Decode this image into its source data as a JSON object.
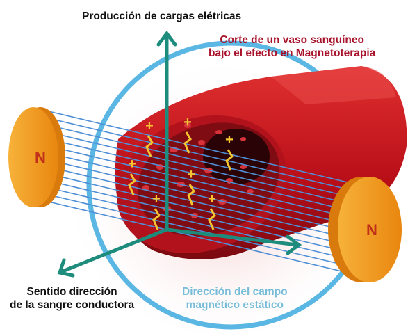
{
  "labels": {
    "charge_axis": "Producción de cargas elétricas",
    "title_line1": "Corte de un vaso sanguíneo",
    "title_line2": "bajo el efecto en Magnetoterapia",
    "blood_line1": "Sentido dirección",
    "blood_line2": "de la sangre conductora",
    "field_line1": "Dirección del campo",
    "field_line2": "magnético estático"
  },
  "magnets": {
    "left": "N",
    "right": "N"
  },
  "colors": {
    "ring": "#5ab6e2",
    "axis": "#1e8c7c",
    "vessel": "#c8141e",
    "magnet": "#f39a1e",
    "field": "#4f8fd6",
    "charge": "#f5c531",
    "title": "#a8122a"
  }
}
